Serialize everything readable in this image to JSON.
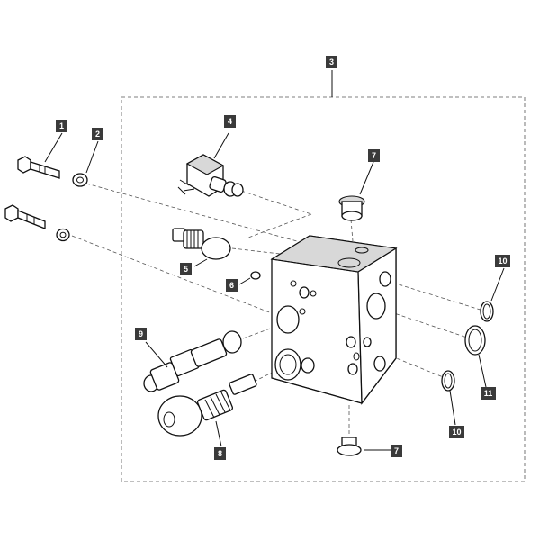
{
  "callouts": [
    {
      "label": "1"
    },
    {
      "label": "2"
    },
    {
      "label": "3"
    },
    {
      "label": "4"
    },
    {
      "label": "5"
    },
    {
      "label": "6"
    },
    {
      "label": "7"
    },
    {
      "label": "7"
    },
    {
      "label": "8"
    },
    {
      "label": "9"
    },
    {
      "label": "10"
    },
    {
      "label": "10"
    },
    {
      "label": "11"
    }
  ],
  "colors": {
    "callout_bg": "#3a3a3a",
    "callout_text": "#ffffff",
    "line": "#111111"
  }
}
